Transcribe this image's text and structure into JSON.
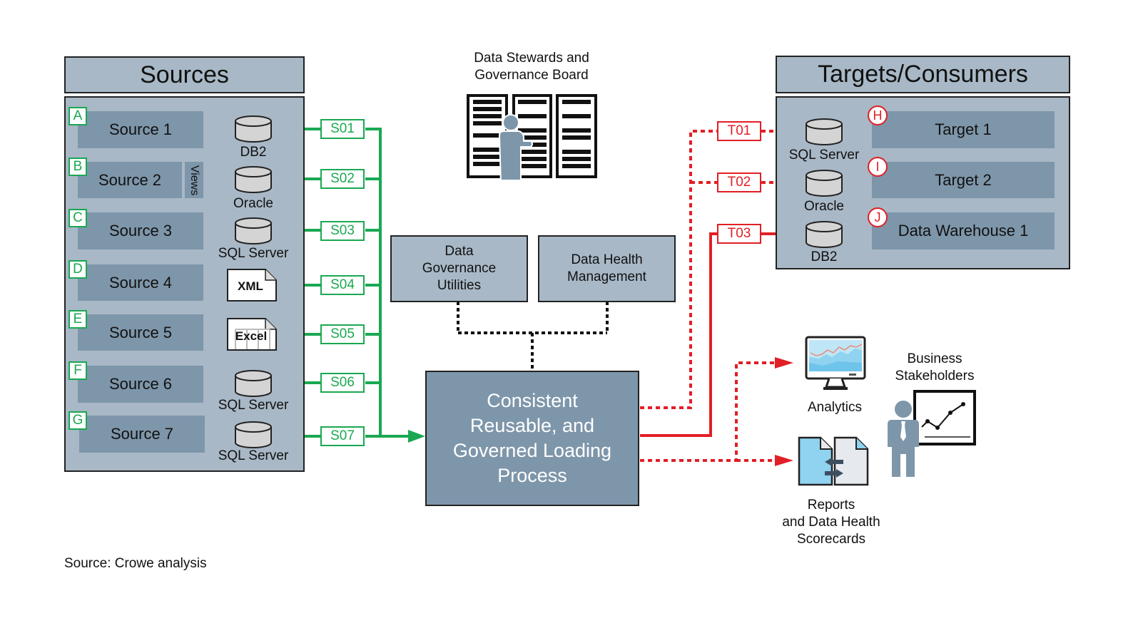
{
  "sources": {
    "header": "Sources",
    "items": [
      {
        "letter": "A",
        "label": "Source 1",
        "store": "DB2",
        "store_type": "database-icon",
        "tag": "S01"
      },
      {
        "letter": "B",
        "label": "Source 2",
        "extra": "Views",
        "store": "Oracle",
        "store_type": "database-icon",
        "tag": "S02"
      },
      {
        "letter": "C",
        "label": "Source 3",
        "store": "SQL Server",
        "store_type": "database-icon",
        "tag": "S03"
      },
      {
        "letter": "D",
        "label": "Source 4",
        "store": "XML",
        "store_type": "xml-file-icon",
        "tag": "S04"
      },
      {
        "letter": "E",
        "label": "Source 5",
        "store": "Excel",
        "store_type": "excel-file-icon",
        "tag": "S05"
      },
      {
        "letter": "F",
        "label": "Source 6",
        "store": "SQL Server",
        "store_type": "database-icon",
        "tag": "S06"
      },
      {
        "letter": "G",
        "label": "Source 7",
        "store": "SQL Server",
        "store_type": "database-icon",
        "tag": "S07"
      }
    ]
  },
  "governance": {
    "stewards_label": "Data Stewards and\nGovernance Board",
    "utilities_label": "Data\nGovernance\nUtilities",
    "health_label": "Data Health\nManagement"
  },
  "process": {
    "label": "Consistent\nReusable, and\nGoverned Loading\nProcess"
  },
  "targets": {
    "header": "Targets/Consumers",
    "items": [
      {
        "letter": "H",
        "label": "Target 1",
        "store": "SQL Server",
        "tag": "T01",
        "line": "dotted"
      },
      {
        "letter": "I",
        "label": "Target 2",
        "store": "Oracle",
        "tag": "T02",
        "line": "dotted"
      },
      {
        "letter": "J",
        "label": "Data Warehouse 1",
        "store": "DB2",
        "tag": "T03",
        "line": "solid"
      }
    ]
  },
  "consumers": {
    "analytics_label": "Analytics",
    "reports_label": "Reports\nand Data Health\nScorecards",
    "stakeholders_label": "Business\nStakeholders"
  },
  "footer": {
    "source_note": "Source: Crowe analysis"
  },
  "colors": {
    "source_flow": "#1aa852",
    "target_flow": "#e21e26",
    "panel": "#a8b8c6",
    "box": "#7e96aa"
  }
}
